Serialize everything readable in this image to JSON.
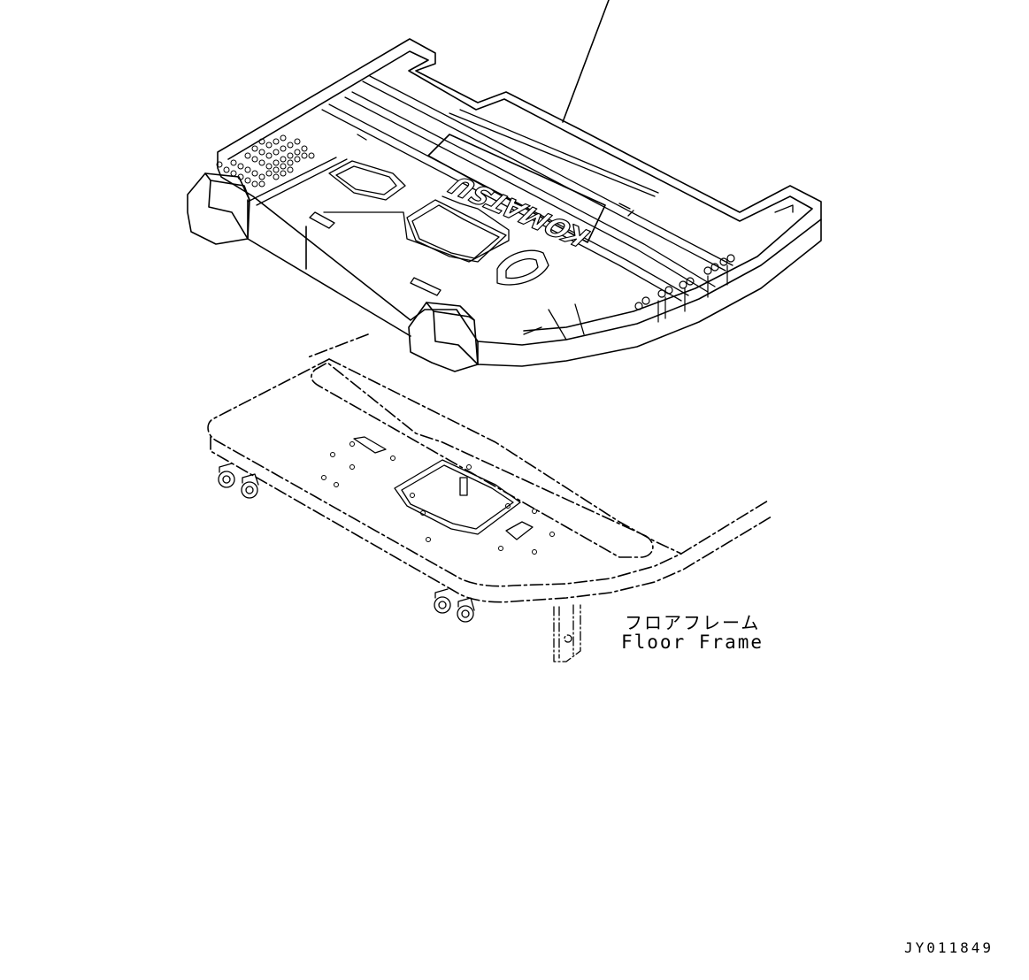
{
  "labels": {
    "part_jp": "フロアフレーム",
    "part_en": "Floor Frame",
    "drawing_id": "JY011849",
    "brand": "KOMATSU"
  },
  "colors": {
    "line": "#000000",
    "background": "#ffffff"
  }
}
